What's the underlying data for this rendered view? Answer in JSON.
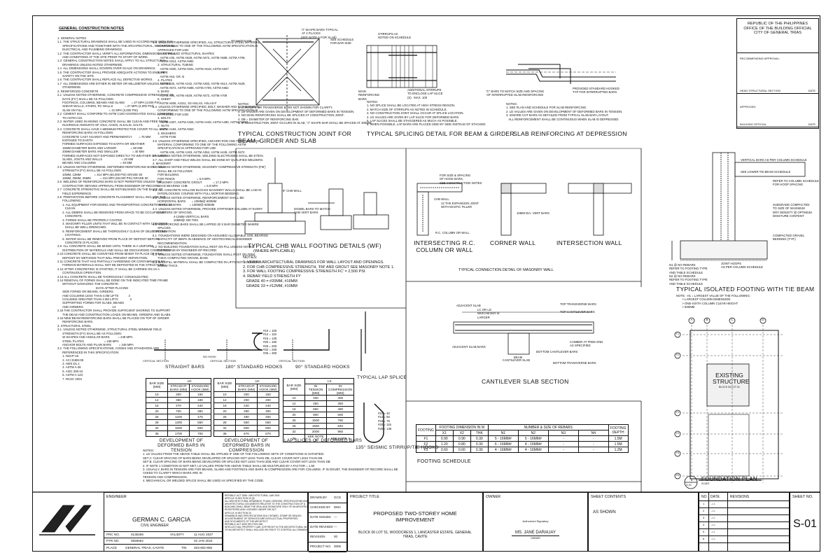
{
  "general_notes": {
    "heading": "GENERAL CONSTRUCTION NOTES",
    "col1_lines": [
      "1. GENERAL NOTES",
      "1.1  THE STRUCTURAL DRAWINGS SHALL BE USED IN ACCORDANCE WITH THE",
      "      SPECIFICATIONS AND TOGETHER WITH THE ARCHITECTURAL, MECHANICAL,",
      "      ELECTRICAL AND PLUMBING DRAWINGS.",
      "1.2  THE CONTRACTOR SHALL VERIFY ALL INFORMATION, DIMENSIONS, DETAILS",
      "      AND CONDITIONS AT THE SITE PRIOR TO START OF WORK.",
      "1.3  GENERAL CONSTRUCTION NOTES SHALL APPLY TO ALL STRUCTURAL",
      "      DRAWINGS UNLESS NOTED OTHERWISE.",
      "1.4  ALL DIMENSIONS SHALL GOVERN OVER SCALE ON DRAWINGS.",
      "1.5  THE CONTRACTOR SHALL PROVIDE ADEQUATE ACTIONS TO ENSURE",
      "      SAFETY ON THE SITE.",
      "1.6  THE CONTRACTOR SHALL REPLACE ALL DEFECTIVE WORKS.",
      "1.7  ALL DIMENSIONS ARE EITHER IN METER OR MILLIMETER UNLESS NOTED",
      "      OTHERWISE.",
      "2. REINFORCED CONCRETE",
      "2.1  UNLESS NOTED OTHERWISE, CONCRETE COMPRESSIVE STRENGTH AT 28",
      "      DAYS (FC') SHALL BE AS FOLLOWS:",
      "      FOOTINGS, COLUMNS, BEAMS AND SLABS        = 27 MPA (4,000 PSI)",
      "      SHEAR WALLS, STAIRS, RC WALLS              = 27 MPA (4,000 PSI)",
      "      SLAB ON FILL                                = 21 MPA (3,000 PSI)",
      "2.2  CEMENT SHALL CONFORM TO ASTM C150 AGGREGATES SHALL CONFORM",
      "      TO ASTM C33.",
      "2.3  WATER USED IN MIXING CONCRETE SHALL BE CLEAN AND FREE FROM",
      "      INJURIOUS AMOUNTS OF OILS, ACIDS, ALKALIS, SALTS.",
      "2.4  CONCRETE SHALL HAVE A MINIMUM PROTECTIVE COVER TO ALL MAIN",
      "      REINFORCING BARS AS FOLLOWS:",
      "      CONCRETE CAST AGAINST AND PERMANENTLY        = 75 MM",
      "      EXPOSED TO EARTH",
      "      FORMED SURFACES EXPOSED TO EARTH OR WEATHER",
      "      16MM DIAMETER BARS AND LARGER                 = 50 MM",
      "      20MM DIAMETER BARS AND SMALLER                 = 40 MM",
      "      FORMED SURFACES NOT EXPOSED DIRECTLY TO WEATHER OR EARTH",
      "      SLABS, JOISTS AND WALLS                       = 20 MM",
      "      BEAMS AND COLUMNS                             = 40 MM",
      "2.5  UNLESS NOTED OTHERWISE, DEFORMED REINFORCING BARS YIELD",
      "      STRENGTH (FY) SHALL BE AS FOLLOWS:",
      "      10MM, 12MM                = 414 MPA (60,000 PSI) GRADE 60",
      "      16MM, 20MM, 25MM           = 414 MPA (60,000 PSI) GRADE 60",
      "2.6  WELDING OF REINFORCING BARS IS NOT PERMITTED UNLESS THE",
      "      CONTRACTOR OBTAINS APPROVAL FROM ENGINEER-OF-RECORD.",
      "2.7  CONCRETE STRENGTHS SHALL BE ESTABLISHED ON THE BASIS OF",
      "      FIELD EXPERIENCE.",
      "2.8  PREPARATION BEFORE CONCRETE PLACEMENT SHALL INCLUDE THE",
      "      FOLLOWING:",
      "      1. ALL EQUIPMENT FOR MIXING AND TRANSPORTING CONCRETE SHALL BE",
      "         CLEAN.",
      "      2. ALL DEBRIS SHALL BE REMOVED FROM SPACE TO BE OCCUPIED BY",
      "         CONCRETE.",
      "      3. FORMS SHALL BE PROPERLY COATED.",
      "      4. MASONRY FILLER UNITS THAT WILL BE IN CONTACT WITH CONCRETE",
      "         SHALL BE WELL DRENCHED.",
      "      5. REINFORCEMENT SHALL BE THOROUGHLY CLEAN OF DELETERIOUS",
      "         COATINGS.",
      "      6. WATER SHALL BE REMOVED FROM PLACE OF DEPOSIT BEFORE",
      "         CONCRETE IS PLACED.",
      "2.9  ALL CONCRETE SHALL BE MIXED UNTIL THERE IS A UNIFORM",
      "      DISTRIBUTION OF MATERIALS AND SHALL BE DISCHARGED COMPLETELY.",
      "2.10 CONCRETE SHALL BE CONVEYED FROM MIXER TO PLACE OF FINAL",
      "      DEPOSIT BY METHODS THAT WILL PREVENT SEPARATION.",
      "2.11 CONCRETE THAT HAS PARTIALLY HARDENED OR CONTAMINATED BY",
      "      FOREIGN MATERIALS SHALL NOT BE DEPOSITED IN THE STRUCTURE.",
      "2.12 AFTER CONCRETING IS STARTED, IT SHALL BE CARRIED ON AS A",
      "      CONTINUOUS OPERATION.",
      "2.13 ALL CONCRETE SHALL BE THOROUGHLY CONSOLIDATED.",
      "2.14 REMOVAL OF FORMS SHALL BE DONE ON THE INDICATED TIME FRAME",
      "      WITHOUT DAMAGING THE CONCRETE:",
      "                                              DAYS AFTER PLACING",
      "      SIDE FORMS ON BEAMS, GIRDERS",
      "      AND COLUMNS LESS THAN 4.0M LIFTS            2",
      "      COLUMNS GREATER THAN 4.0M LIFTS              3",
      "      SUPPORTING FORMS FOR SLABS, BEAMS",
      "      AND GIRDERS                                   14",
      "2.15 THE CONTRACTOR SHALL PROVIDE SUFFICIENT SHORING TO SUPPORT",
      "      THE DEAD AND CONSTRUCTION LOADS ON BEAMS, GIRDERS AND SLABS.",
      "2.16 NEW BEAM REINFORCING BARS SHALL BE PLACED ON TOP OF GIRDER",
      "      REINFORCING BARS.",
      "3. STRUCTURAL STEEL",
      "3.1  UNLESS NOTED OTHERWISE, STRUCTURAL STEEL MINIMUM YIELD",
      "      STRENGTH (FY) SHALL BE AS FOLLOWS:",
      "      W SHAPES AND ANGULAR BARS          = 248 MPA",
      "      STEEL PLATES                        = 248 MPA",
      "      ANCHOR BOLTS AND PLAIN BARS         = 248 MPA",
      "3.2  THE FOLLOWING SPECIFICATIONS, CODES AND STANDARDS ARE",
      "      REFERENCED IN THIS SPECIFICATION:",
      "      1. NSCP-15",
      "      2. ACI 318M-08",
      "      3. AWS D1.1",
      "      4. ASTM A-36",
      "      5. AISC 360-10",
      "      6. ASTM A-123",
      "      7. RCSC 2004"
    ],
    "col2_lines": [
      "3.3  UNLESS OTHERWISE SPECIFIED, ALL STRUCTURAL STEEL MATERIAL",
      "      CONFORMING TO ONE OF THE FOLLOWING ASTM SPECIFICATION IS",
      "      APPROVED FOR USE:",
      "      1. HOT-ROLLED STRUCTURAL SHAPES",
      "         ASTM A36, ASTM A529, ASTM A572, ASTM A588, ASTM A709,",
      "         ASTM A913, ASTM A992",
      "      2. STRUCTURAL TUBING",
      "         ASTM A500, ASTM A501, ASTM A618, ASTM A847",
      "      3. PIPE",
      "         ASTM A53, GR. B",
      "      4. PLATES",
      "         ASTM A36, ASTM A242, ASTM A283, ASTM A514, ASTM A529,",
      "         ASTM A572, ASTM A588, ASTM A709, ASTM A852",
      "      5. BARS",
      "         ASTM A36, ASTM A529, ASTM A572, ASTM A709",
      "      6. SHEET",
      "         ASTM A606, A1011, SS HSLAS, HSLAS-F",
      "3.4  UNLESS OTHERWISE SPECIFIED, BOLT, WASHER AND NUT MATERIAL",
      "      CONFORMING TO ONE OF THE FOLLOWING ASTM SPECIFICATION IS",
      "      APPROVED FOR USE:",
      "      1. BOLTS",
      "         ASTM A307, ASTM A325, ASTM A449, ASTM A490, ASTM F1852",
      "      2. NUTS",
      "         ASTM A194, ASTM A563",
      "      3. WASHERS",
      "         ASTM F436",
      "3.5  UNLESS OTHERWISE SPECIFIED, ANCHOR ROD AND THREADED ROD",
      "      MATERIAL CONFORMING TO ONE OF THE FOLLOWING ASTM",
      "      SPECIFICATION IS APPROVED FOR USE:",
      "         ASTM A36, ASTM A193, ASTM A354, ASTM A449, ASTM A572",
      "3.6  UNLESS NOTED OTHERWISE, WELDING ELECTRODES SHALL BE E70XX.",
      "3.7  ALL SHOP AND FIELD WELDS SHALL BE DONE BY QUALIFIED WELDERS.",
      "4. MASONRY",
      "4.1  UNLESS NOTED OTHERWISE, MASONRY COMPRESSIVE STRENGTH (FM')",
      "      SHALL BE AS FOLLOWS:",
      "      FOR BUILDING",
      "      FOR FENCE                          = 6.9 MPA",
      "      MASONRY CONCRETE GROUT             = 17.2 MPA",
      "      LOAD BEARING CHB                    = 6.9 MPA",
      "4.2  ALL CONCRETE HOLLOW BLOCKS MASONRY WALLS SHALL BE LAID IN",
      "      INTERLOCKING COURSE WITH FULL MORTAR BEDDING.",
      "4.3  UNLESS NOTED OTHERWISE, REINFORCEMENT SHALL BE:",
      "      HORIZONTAL BARS       = 10MM@ 600MM",
      "      VERTICAL BARS          = 10MM@ 600MM",
      "4.4  UNLESS NOTED OTHERWISE, PROVIDE STIFFENER COLUMN AT EVERY",
      "      3 METERS OF SPACING.",
      "                         4-12MM VERTICAL BARS",
      "                         10MM@ 200 TIES",
      "4.5  REINFORCING BARS SHALL BE LAPPED 30 X BAR DIAMETER WHERE",
      "      SPLICED.",
      "5. FOUNDATION",
      "5.1  FOUNDATIONS WERE DESIGNED ON ASSUMED ALLOWABLE SOIL BEARING",
      "      CAPACITY OF 95KPA IN ABSENCE OF GEOTECHNICAL ENGINEER",
      "      RECOMMENDATION.",
      "5.2  NO BUILDING FOUNDATION SHALL REST ON FILL UNLESS NOTED",
      "      OTHERWISE BY ENGINEER-OF-RECORD.",
      "5.3  UNLESS NOTED OTHERWISE, FOUNDATION SHALL REST ON FIRM",
      "      THICK COMPACTED GRAVEL BASE.",
      "5.4  BACKFILL MATERIAL SHALL BE COMPACTED IN LIFTS NOT EXCEEDING",
      "      200MM THICK."
    ]
  },
  "details": {
    "construction_joint": "TYPICAL CONSTRUCTION JOINT FOR BEAM, GIRDER AND SLAB",
    "splicing": "TYPICAL SPLICING DETAIL FOR BEAM & GIRDER",
    "slab_depression": "SLAB REINFORCING AT DEPRESSION",
    "chb_footing": "TYPICAL CHB WALL FOOTING DETAILS (WF)",
    "chb_footing_sub": "(WHERE APPLICABLE)",
    "intersecting": "INTERSECTING R.C. COLUMN OR WALL",
    "corner_wall": "CORNER WALL",
    "intersection_wall": "INTERSECTION WALL",
    "masonry_connection": "TYPICAL CONNECTION DETAIL OF MASONRY WALL",
    "isolated_footing": "TYPICAL ISOLATED FOOTING WITH TIE BEAM",
    "straight_bars": "STRAIGHT BARS",
    "hooks_180": "180° STANDARD HOOKS",
    "hooks_90": "90° STANDARD HOOKS",
    "lap_splice": "TYPICAL LAP SPLICE",
    "cantilever": "CANTILEVER SLAB SECTION",
    "seismic_hooks": "135° SEISMIC STIRRUP/TIE HOOKS",
    "dev_tension": "DEVELOPMENT OF DEFORMED BARS IN TENSION",
    "dev_compression": "DEVELOPMENT OF DEFORMED BARS IN COMPRESSION",
    "lap_splices_def": "LAP SLICES OF DEFORMED BARS",
    "footing_schedule": "FOOTING SCHEDULE",
    "foundation_plan": "FOUNDATION PLAN",
    "foundation_scale": "SCALE",
    "existing": "EXISTING STRUCTURE",
    "existing_sub": "BLOCK 06 LOT 51",
    "critical_section": "CRITICAL SECTION",
    "no_hook": "NO HOOK",
    "detail_number": "1",
    "sheet_ref": "S-01"
  },
  "joint_notes": [
    "NOTES:",
    "1. STIRRUPS OR TRANSVERSE BARS NOT SHOWN FOR CLARITY.",
    "2. LD VALUES ARE GIVEN ON DEVELOPMENT OF DEFORMED BARS IN TENSION.",
    "3. NO MAIN REINFORCING SHALL BE SPLICED AT CONSTRUCTION JOINT.",
    "4. DB = DIAMETER OF REINFORCING BAR.",
    "5. IF CONSTRUCTION JOINT OCCURS IN SLAB, \"J\" SHAPE BAR SHALL BE SPACED AT 300MM."
  ],
  "splice_notes": [
    "NOTES:",
    "1. NO SPLICE SHALL BE LOCATED AT HIGH STRESS REGION.",
    "2. MATCH SIZE OF STIRRUPS AS NOTED IN SCHEDULE.",
    "3. NO CONSTRUCTION JOINT SHALL OCCUR AT SPLICE LOCATION.",
    "4. LD VALUES ARE GIVEN BY LAP SLICE FOR DEFORMED BARS.",
    "5. LAP SLICES SHALL BE STAGGERED AS MUCH AS POSSIBLE.",
    "6. WHEN POSSIBLE, LAP BARS ARE PLACED SIDE BY SIDE INSTEAD OF STACKED."
  ],
  "slab_notes": [
    "NOTES:",
    "1. SEE PLAN AND SCHEDULE FOR SLAB REINFORCING.",
    "2. LD VALUES ARE GIVEN ON DEVELOPMENT OF DEFORMED BARS IN TENSION.",
    "3. IGNORE CUT BARS AS DETAILED FROM TYPICAL SLAB BAR LAYOUT.",
    "   ALL REINFORCEMENT SHALL BE CONTINUOUS WHEN SLAB IS DEPRESSED"
  ],
  "wall_footing_notes": [
    "NOTES:",
    "1. VERIFY ARCHITECTURAL DRAWINGS FOR WALL LAYOUT AND OPENINGS.",
    "2. FOR CHB COMPRESSIVE STRENGTH, 'FM' AND GROUT SEE MASONRY NOTE 1.",
    "3. FOR WALL FOOTING COMPRESSIVE STRENGTH FC' = 2,500 PSI.",
    "4. REBAR YIELD STRENGTH FY",
    "   GRADE 40 = #20MM, #16MM",
    "   GRADE 33 = #12MM, #10MM"
  ],
  "isolated_note": [
    "NOTE:  H1 = LARGEST VALUE OF THE FOLLOWING:",
    "       > LARGEST COLUMN DIMENSION",
    "       > ONE-SIXTH COLUMN CLEAR HEIGHT",
    "       > 500MM"
  ],
  "labels": {
    "to_match_db": "TO MATCH DB",
    "j_bars": "\"J\" SHAPE BARS TYPICAL\n AT 4 PLACES\n(SEE NOTE 5 FOR SLAB)",
    "see_schedule": "SEE SCHEDULE\nFOR BAR SIZE",
    "stirrups": "STIRRUPS AS\nNOTED ON SCHEDULE",
    "main_reinf": "MAIN\nREINFORCING\nBARS",
    "additional_stirrups": "ADDITIONAL STIRRUPS\nTO ENCLOSE LAP SLICE\n(S)   MAX. 100",
    "hooked_top": "PROVIDED STANDARD HOOKED\nTYP FOR INTERRUPTED BARS",
    "bars_match": "\"C\" BARS TO MATCH SIZE AND SPACING\n OF INTERRUPTED SLAB REINFORCING",
    "chb_wall": "8\" CHB WALL",
    "dowel_bars": "DOWEL BARS TO MATCH\nCHB VERT BARS",
    "vert_bars": "VERTICAL BARS AS PER COLUMN SCHEDULE",
    "tie_beam": "SEE LOWER TIE BEAM SCHEDULE",
    "hoop": "REFER TO COLUMN SCHEDULE\nFOR HOOP SPACING",
    "subgrade": "SUBGRADE COMPACTED\nTO SIZE OF MAXIMUM\nDRY DENSITY @ OPTIMUM\nMOISTURE CONTENT",
    "gravel": "COMPACTED GRAVEL\nBEDDING (TYP.)",
    "joint_hoops": "JOINT HOOPS\nAS PER COLUMN SCHEDULE",
    "n1": "N1 @ NO REBARS\nREFER TO FOOTING TYPE\nAND TABLE SCHEDULE",
    "n2": "N2 @ NO REBARS\nREFER TO FOOTING TYPE\nAND TABLE SCHEDULE",
    "adjacent_slab": "ADJACENT SLAB",
    "top_transverse": "TOP TRANSVERSE BARS",
    "top_cantilever": "TOP CANTILEVER BARS",
    "cantilever_bars": "CANTILEVER SLAB",
    "bottom_cantilever": "BOTTOM CANTILEVER BARS",
    "bottom_transverse": "BOTTOM TRANSVERSE BARS",
    "camber": "CAMBER AT FREE END\nAS SPECIFIED",
    "beam": "BEAM",
    "adjacent_bars": "ADJACENT SLAB BARS",
    "ld_or_lc": "LC OR LD\nWHICHEVER IS\nLARGER",
    "chb_wall_2": "CHB WALL",
    "expansion_joint": "12 THK EXPANSION JOINT\nWITH MASTIC FILLER",
    "hook_bars": "FOR SIZE & SPACING\nOF HOOK BARS,\nSEE CONSTRUCTION NOTES",
    "dia10": "10MM DIA. VERT BARS",
    "rc_column": "R.C. COLUMN OR WALL"
  },
  "hook_table": {
    "items": [
      "#10 = 100",
      "#12 = 115",
      "#16 = 130",
      "#20 = 150",
      "#25 = 200",
      "#32 = 260",
      "#36 = 300"
    ]
  },
  "seismic_table": {
    "items": [
      "#10 = 40",
      "#12 = 50",
      "#16 = 75",
      "#20 = 115",
      "#25 = 135"
    ]
  },
  "dev_tension": {
    "headers": [
      "BAR SIZE (MM)",
      "STRAIGHT BARS (MM)",
      "STANDARD HOOK (MM)"
    ],
    "group": "LD",
    "rows": [
      [
        "10",
        "300",
        "150"
      ],
      [
        "12",
        "350",
        "180"
      ],
      [
        "16",
        "470",
        "240"
      ],
      [
        "20",
        "700",
        "380"
      ],
      [
        "25",
        "1200",
        "475"
      ],
      [
        "28",
        "1300",
        "550"
      ],
      [
        "32",
        "1500",
        "600"
      ],
      [
        "36",
        "1700",
        "700"
      ]
    ]
  },
  "dev_compression": {
    "headers": [
      "BAR SIZE (MM)",
      "STRAIGHT BARS (MM)",
      "STANDARD HOOK (MM)"
    ],
    "group": "LD",
    "rows": [
      [
        "10",
        "200",
        "150"
      ],
      [
        "12",
        "200",
        "200"
      ],
      [
        "16",
        "240",
        "240"
      ],
      [
        "20",
        "280",
        "300"
      ],
      [
        "25",
        "480",
        "450"
      ],
      [
        "28",
        "550",
        "550"
      ],
      [
        "32",
        "600",
        "600"
      ],
      [
        "36",
        "670",
        "670"
      ]
    ]
  },
  "lap_splices": {
    "headers": [
      "BAR SIZE (MM)",
      "IN TENSION (MM)",
      "IN COMPRESSION (MM)"
    ],
    "group": "LS",
    "rows": [
      [
        "10",
        "400",
        "300"
      ],
      [
        "12",
        "450",
        "360"
      ],
      [
        "16",
        "650",
        "480"
      ],
      [
        "20",
        "900",
        "600"
      ],
      [
        "25",
        "1500",
        "750"
      ],
      [
        "28",
        "1650",
        "840"
      ],
      [
        "32",
        "2000",
        "960"
      ],
      [
        "36",
        "SEE NOTE 4",
        "SEE NOTE 4"
      ]
    ]
  },
  "bottom_notes": [
    "NOTES:",
    "1. LD VALUES FROM THE ABOVE TABLE SHALL BE APPLIED IF ONE OF THE FOLLOWING SETS OF CONDITIONS IS SATISFIED:",
    "   SET A: CLEAR SPACING OF BARS BEING DEVELOPED OR SPLICED NOT LESS THAN DB, CLEAR COVER NOT LESS THAN DB.",
    "   SET B: CLEAR SPACING OF BARS BEING DEVELOPED OR SPLICED NOT LESS THAN 2DB AND CLEAR COVER NOT LESS THAN DB",
    "2. IF NOTE 1 CONDITION IS NOT MET, LD VALUES FROM THE ABOVE TABLE SHALL BE MULTIPLIED BY A FACTOR = 1.50",
    "3. USUALLY, BARS IN TENSION ARE FOR BEAMS, SLABS AND FOOTINGS AND BARS IN COMPRESSION ARE FOR COLUMNS. IF IN DOUBT, THE ENGINEER OF RECORD SHALL BE ASKED TO CLARIFY WHICH BARS ARE IN",
    "   TENSION AND COMPRESSION.",
    "4. MECHANICAL OR WELDED SPLICE SHALL BE USED AS SPECIFIED BY THE CODE."
  ],
  "footing_schedule": {
    "h_footing": "FOOTING",
    "h_dims": "FOOTING DIMENSION IN M",
    "h_rebars": "NUMBER & SIZE OF REBARS",
    "h_depth": "FOOTING DEPTH",
    "cols": [
      "X1",
      "X2",
      "THK",
      "N1",
      "N2",
      "N3",
      "N4"
    ],
    "rows": [
      [
        "F1",
        "0.90",
        "0.90",
        "0.30",
        "5 - 16MM#",
        "5 - 16MM#",
        "-",
        "-",
        "1.5M"
      ],
      [
        "F2",
        "1.20",
        "0.80",
        "0.30",
        "6 - 16MM#",
        "4 - 16MM#",
        "-",
        "-",
        "1.5M"
      ],
      [
        "F3",
        "0.60",
        "0.60",
        "0.30",
        "4 - 16MM#",
        "4 - 16MM#",
        "-",
        "-",
        "1.2M"
      ]
    ]
  },
  "grid": {
    "cols": [
      "A",
      "B",
      "C",
      "D"
    ],
    "rows": [
      "F1",
      "F2",
      "F3",
      "F4",
      "F5",
      "F6"
    ]
  },
  "approval": {
    "office": "REPUBLIC OF THE PHILIPPINES\nOFFICE OF THE BUILDING OFFICIAL\nCITY OF GENERAL TRIAS",
    "recommending": "RECOMMENDING APPROVAL:",
    "head_structural": "HEAD STRUCTURAL SECTION",
    "approved": "APPROVED:",
    "building_official": "BUILDING OFFICIAL",
    "date": "DATE"
  },
  "title_block": {
    "engineer_label": "ENGINEER",
    "engineer_name": "GERMAN C. GARCIA",
    "engineer_title": "CIVIL ENGINEER",
    "prc_label": "PRC NO.",
    "prc_value": "0135266",
    "validity_label": "VALIDITY",
    "validity_value": "11 AUG 2027",
    "ptr_label": "PTR NO.",
    "ptr_value": "0559662",
    "ptr_date": "02 JAN 2024",
    "place_label": "PLACE",
    "place_value": "GENERAL TRIAS, CAVITE",
    "tin_label": "TIN",
    "tin_value": "453-602-855",
    "legal_text": "REPUBLIC ACT 9266 / ARCHITECTURAL LAW 2004\nARTICLE III SECTION 20 (5)\nALL ARCHITECTURAL DRAWINGS, PLANS, DESIGNS, SPECIFICATIONS AND\nARCHITECTURAL DOCUMENTS RELATIVE TO THE CONSTRUCTION OF A\nBUILDING SHALL BEAR THE SEAL AND SIGNATURE ONLY OF AN ARCHITECT\nREGISTERED AND LICENSED UNDER THE ACT.\nARTICLE III SECTION 33\nDRAWINGS AND SPECIFICATIONS DULY SIGNED, STAMP OR SEALED\nAS INSTRUMENT OF SERVICES ARE INTELLECTUAL PROPERTIES\nAND DOCUMENTS OF THE ARCHITECT.\nREPUBLIC ACT 8293 SECTION 188\nINTELLECTUAL PROPERTY LAW: COPYRIGHT IN THE ARCHITECTURAL WORKS\nOF AN ARCHITECT SHALL INCLUDE HIS RIGHT TO CONTROL ALL DRAWINGS.",
    "drawn_by_label": "DRAWN BY",
    "drawn_by_value": "GCG",
    "checked_by_label": "CHECKED BY",
    "checked_by_value": "DMA",
    "date_issued_label": "DATE ISSUED",
    "date_issued_value": "—",
    "date_revised_label": "DATE REVISED",
    "date_revised_value": "—",
    "revision_label": "REVISION",
    "revision_value": "00",
    "project_no_label": "PROJECT NO.",
    "project_no_value": "0006",
    "project_title_label": "PROJECT TITLE",
    "project_title": "PROPOSED TWO-STOREY HOME IMPROVEMENT",
    "project_address": "BLOCK 06 LOT 51, WOODCRESS 1, LANCASTER ESTATE, GENERAL TRIAS, CAVITE",
    "owner_label": "OWNER",
    "authorized": "Authorized Signatory",
    "owner_name": "MS. JANE DARAUAY",
    "owner_sub": "OWNER",
    "sheet_contents_label": "SHEET CONTENTS",
    "sheet_contents": "AS SHOWN",
    "no_label": "NO.",
    "date_label": "DATE",
    "revisions_label": "REVISIONS",
    "sheet_no_label": "SHEET NO.",
    "sheet_no": "S-01",
    "rev_rows": [
      [
        "1",
        "-/-/-"
      ],
      [
        "2",
        "-/-/-"
      ],
      [
        "3",
        "-/-/-"
      ],
      [
        "4",
        "-/-/-"
      ],
      [
        "5",
        "-/-/-"
      ],
      [
        "6",
        "-/-/-"
      ]
    ]
  }
}
